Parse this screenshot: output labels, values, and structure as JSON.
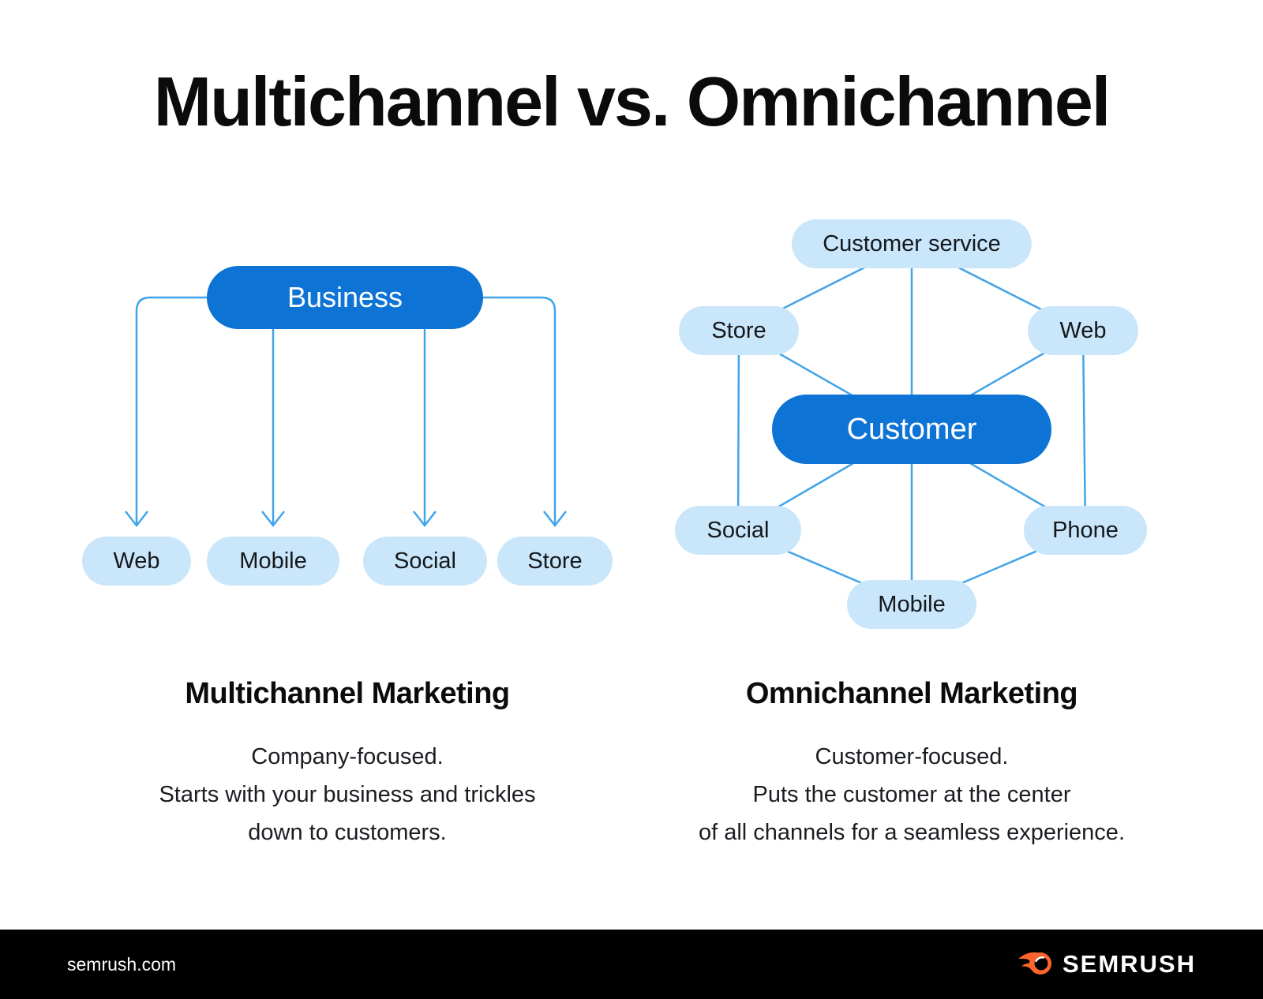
{
  "title": "Multichannel vs. Omnichannel",
  "colors": {
    "primary_blue": "#0d73d4",
    "light_blue": "#c9e6fa",
    "line_blue": "#42a3e8",
    "footer_bg": "#000000",
    "logo_orange": "#ff642d",
    "text_dark": "#0b0b0b"
  },
  "multichannel": {
    "root_label": "Business",
    "channels": [
      "Web",
      "Mobile",
      "Social",
      "Store"
    ],
    "heading": "Multichannel Marketing",
    "description_lines": [
      "Company-focused.",
      "Starts with your business and trickles",
      "down to customers."
    ]
  },
  "omnichannel": {
    "center_label": "Customer",
    "nodes": {
      "customer_service": "Customer service",
      "store": "Store",
      "web": "Web",
      "social": "Social",
      "phone": "Phone",
      "mobile": "Mobile"
    },
    "heading": "Omnichannel Marketing",
    "description_lines": [
      "Customer-focused.",
      "Puts the customer at the center",
      "of all channels for a seamless experience."
    ]
  },
  "footer": {
    "website": "semrush.com",
    "brand": "SEMRUSH"
  }
}
